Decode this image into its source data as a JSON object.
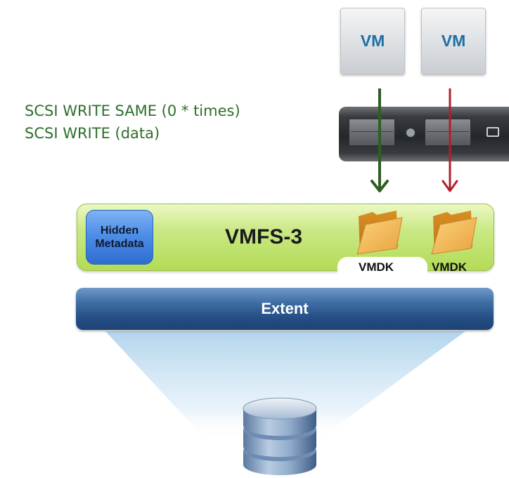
{
  "vms": [
    {
      "label": "VM"
    },
    {
      "label": "VM"
    }
  ],
  "scsi_commands": [
    "SCSI WRITE SAME (0 * times)",
    "SCSI WRITE (data)"
  ],
  "datastore": {
    "hidden_metadata_lines": [
      "Hidden",
      "Metadata"
    ],
    "filesystem_label": "VMFS-3",
    "files": [
      {
        "label": "VMDK"
      },
      {
        "label": "VMDK"
      }
    ],
    "extent_label": "Extent"
  },
  "colors": {
    "scsi_text": "#2f6e2c",
    "arrow_green": "#2e5e24",
    "arrow_red": "#b0202a",
    "vm_label": "#1d6fa8",
    "vmfs_fill": "#c9e884",
    "hidden_metadata_fill": "#4f8ee6",
    "extent_fill": "#2c5a90",
    "folder": "#f0b048"
  },
  "icons": [
    "server-host-icon",
    "folder-icon",
    "database-icon",
    "down-arrow-icon"
  ]
}
